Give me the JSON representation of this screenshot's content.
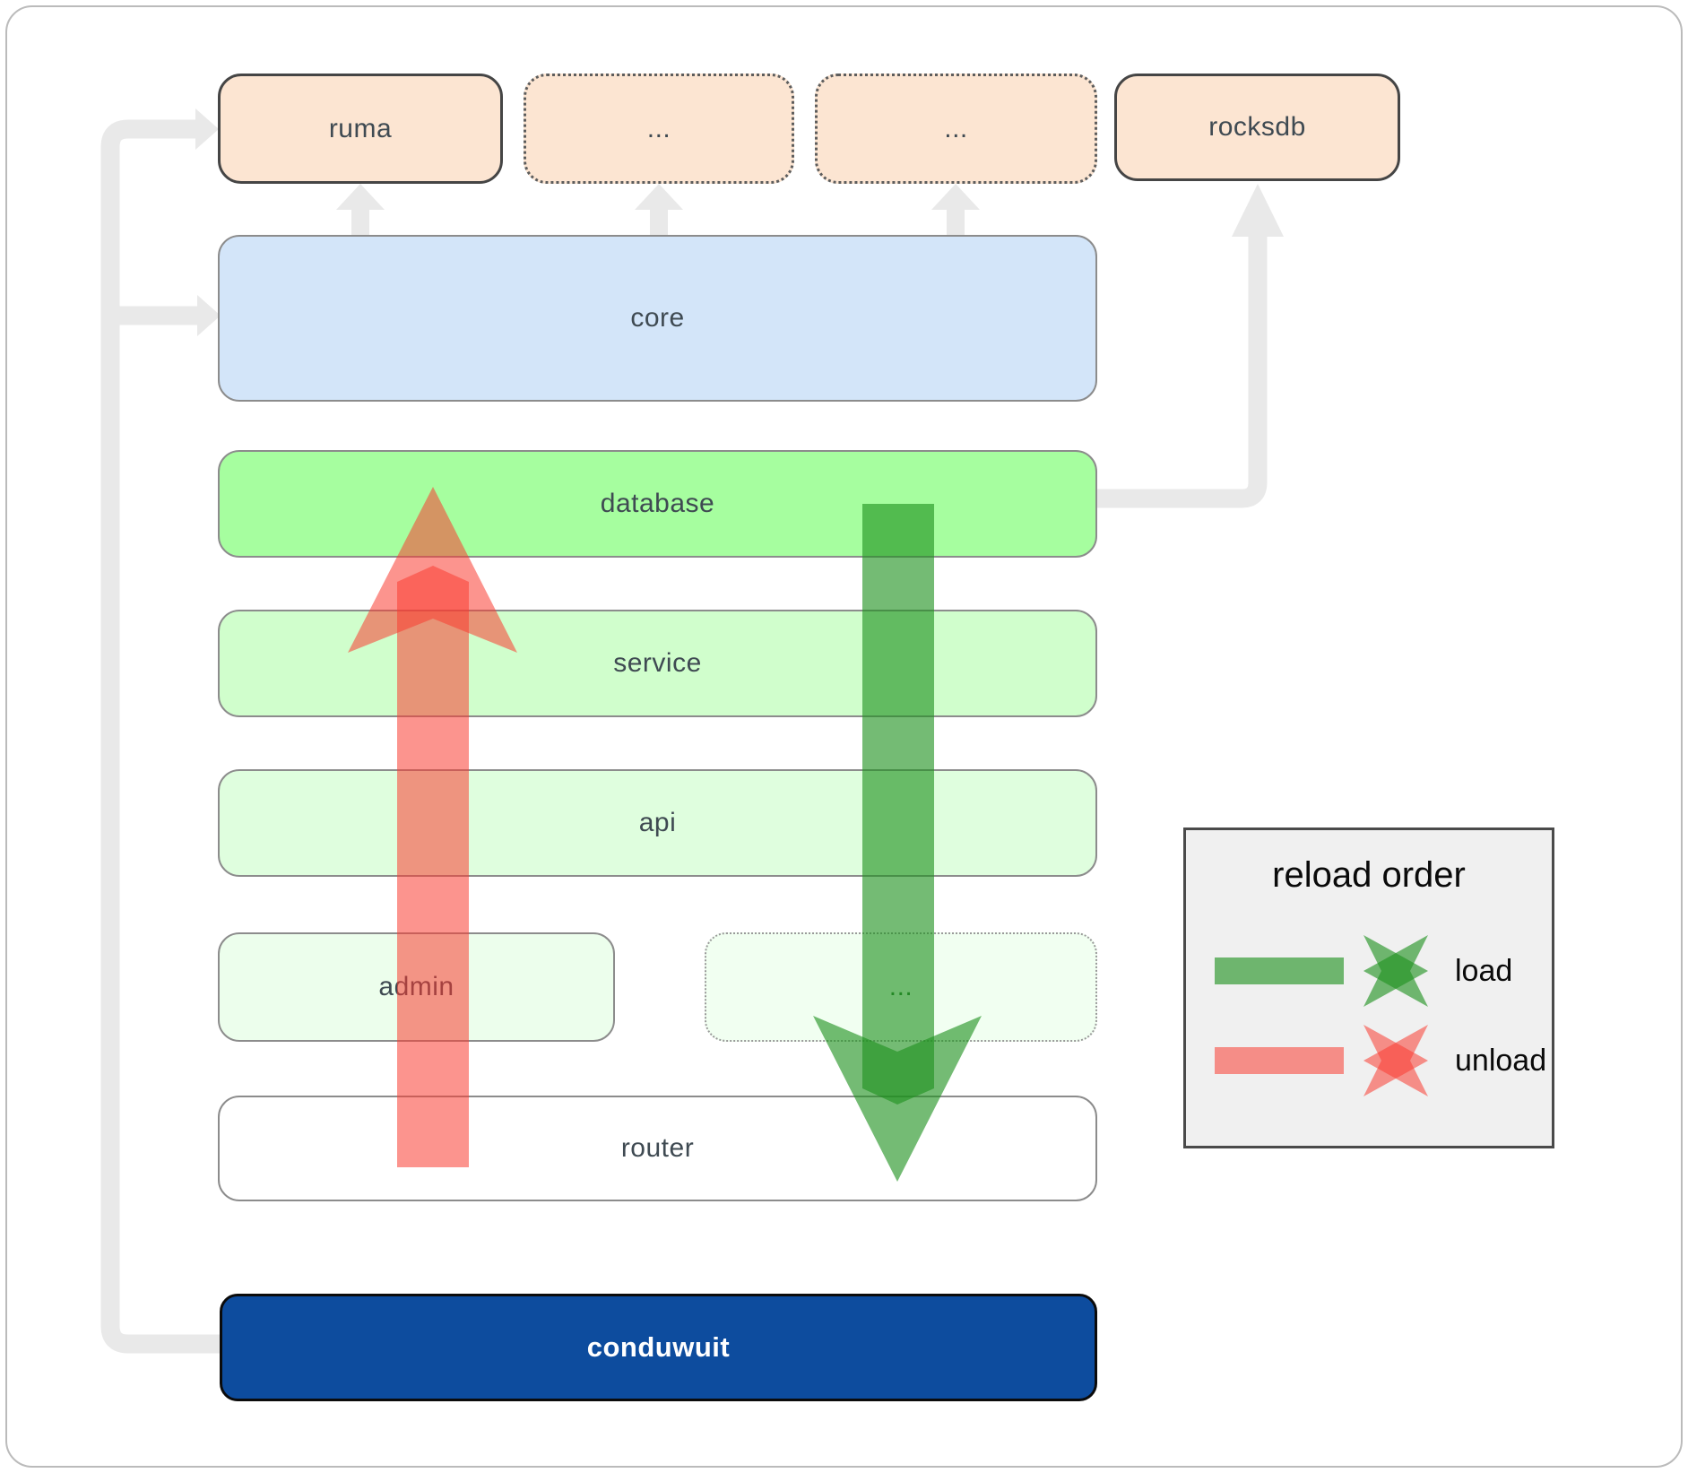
{
  "boxes": {
    "ruma": "ruma",
    "ellipsis_top_1": "...",
    "ellipsis_top_2": "...",
    "rocksdb": "rocksdb",
    "core": "core",
    "database": "database",
    "service": "service",
    "api": "api",
    "admin": "admin",
    "ellipsis_mid": "...",
    "router": "router",
    "conduwuit": "conduwuit"
  },
  "legend": {
    "title": "reload order",
    "items": [
      {
        "label": "load",
        "color": "#1e911e"
      },
      {
        "label": "unload",
        "color": "#fa3c32"
      }
    ]
  },
  "colors": {
    "load_green": "#1e911e",
    "unload_red": "#fa3c32",
    "conduwuit_blue": "#0d4c9e",
    "core_blue": "#d3e5f9",
    "database_green": "#a6fe9f",
    "module_peach": "#fce5d2",
    "connector_gray": "#e9e9e9"
  }
}
